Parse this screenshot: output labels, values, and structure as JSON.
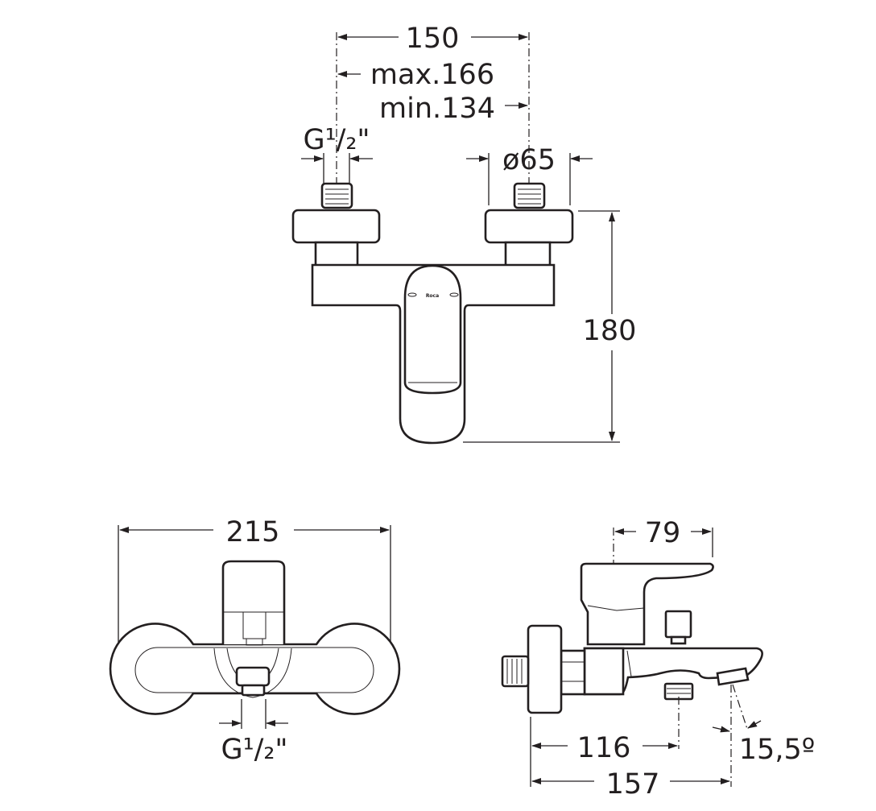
{
  "front_view": {
    "width_label": "150",
    "max_label": "max.166",
    "min_label": "min.134",
    "thread_label": "G¹/₂\"",
    "flange_label": "ø65",
    "height_label": "180",
    "logo_text": "Roca"
  },
  "top_view": {
    "width_label": "215",
    "thread_label": "G¹/₂\""
  },
  "side_view": {
    "lever_label": "79",
    "outlet_label": "116",
    "depth_label": "157",
    "angle_label": "15,5º"
  },
  "colors": {
    "line": "#231f20",
    "background": "#ffffff"
  }
}
